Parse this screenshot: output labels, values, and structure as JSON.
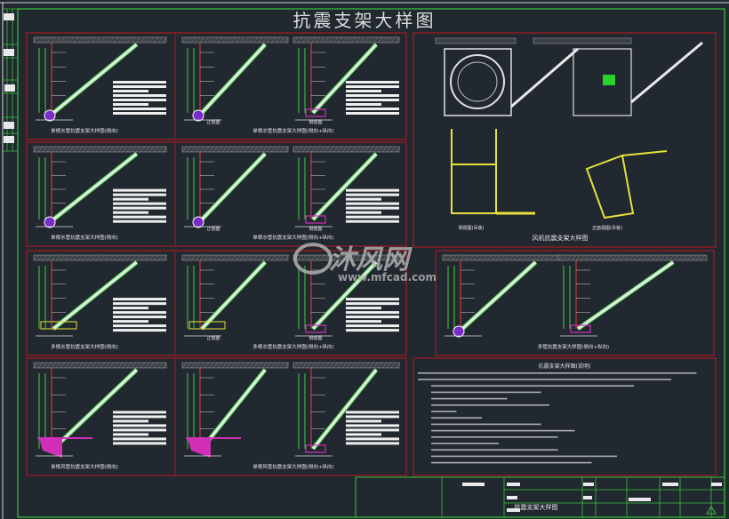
{
  "drawing": {
    "title": "抗震支架大样图",
    "colors": {
      "background": "#212830",
      "frame": "#39c43a",
      "panel_border": "#8e1c22",
      "brace": "#e8e8e8",
      "pipe_line": "#3fd23f",
      "hanger": "#c83a3a",
      "fan_frame": "#e6e23a",
      "pipe_fill": "#7a2cc8",
      "support_fill": "#d12fb7"
    },
    "panels": [
      {
        "caption": "单根水管抗震支架大样图(侧向)"
      },
      {
        "caption": "单根水管抗震支架大样图(侧向+纵向)",
        "views": [
          "正视图",
          "侧视图"
        ]
      },
      {
        "caption": "单根水管抗震支架大样图(侧向)"
      },
      {
        "caption": "单根水管抗震支架大样图(侧向+纵向)",
        "views": [
          "正视图",
          "侧视图"
        ]
      },
      {
        "caption": "多根水管抗震支架大样图(侧向)"
      },
      {
        "caption": "多根水管抗震支架大样图(侧向+纵向)",
        "views": [
          "正视图",
          "侧视图"
        ]
      },
      {
        "caption": "多管抗震支架大样图(侧向+纵向)"
      },
      {
        "caption": "单根风管抗震支架大样图(侧向)"
      },
      {
        "caption": "单根风管抗震支架大样图(侧向+纵向)"
      }
    ],
    "fan_panel": {
      "caption": "风机抗震支架大样图",
      "views": [
        "侧视图(吊装)",
        "正面视图(吊装)"
      ]
    },
    "notes": {
      "title": "抗震支架大样图(说明)"
    },
    "title_block": {
      "drawing_name": "抗震支架大样图"
    },
    "watermark": {
      "brand": "沐风网",
      "url": "www.mfcad.com"
    }
  }
}
